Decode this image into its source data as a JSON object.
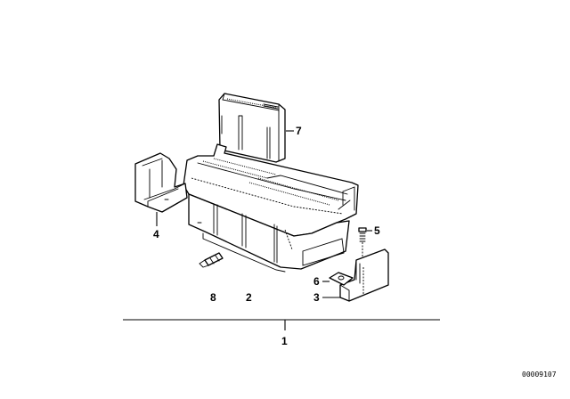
{
  "diagram": {
    "type": "exploded-parts-diagram",
    "reference_number": "00009107",
    "callouts": [
      {
        "id": "1",
        "label": "1",
        "part": "assembly (overall)"
      },
      {
        "id": "2",
        "label": "2",
        "part": "fuse/relay box housing"
      },
      {
        "id": "3",
        "label": "3",
        "part": "right bracket"
      },
      {
        "id": "4",
        "label": "4",
        "part": "left bracket"
      },
      {
        "id": "5",
        "label": "5",
        "part": "screw"
      },
      {
        "id": "6",
        "label": "6",
        "part": "clip nut"
      },
      {
        "id": "7",
        "label": "7",
        "part": "cover / module"
      },
      {
        "id": "8",
        "label": "8",
        "part": "bulb / plug"
      }
    ],
    "colors": {
      "line": "#000000",
      "background": "#ffffff"
    }
  }
}
